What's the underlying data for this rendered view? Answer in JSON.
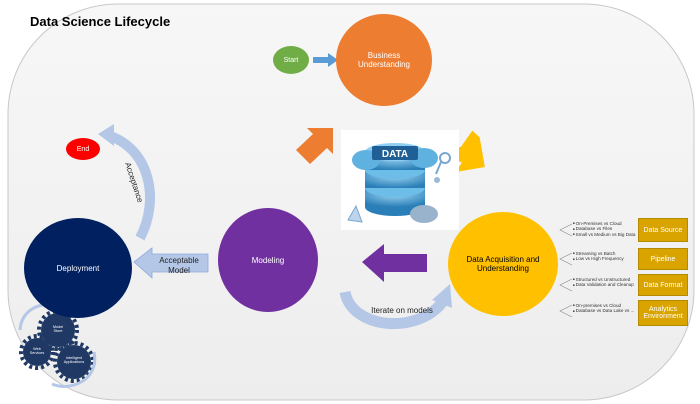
{
  "title": "Data Science Lifecycle",
  "nodes": {
    "start": "Start",
    "business": "Business Understanding",
    "acquisition": "Data Acquisition and Understanding",
    "modeling": "Modeling",
    "deployment": "Deployment",
    "end": "End"
  },
  "arrows": {
    "acceptable_model": "Acceptable Model",
    "acceptance": "Acceptance",
    "iterate": "Iterate on models"
  },
  "data_sources": [
    {
      "label": "Data Source",
      "items": [
        "On-Premises vs Cloud",
        "Database vs Files",
        "Small vs Medium vs Big Data"
      ]
    },
    {
      "label": "Pipeline",
      "items": [
        "Streaming vs Batch",
        "Low vs High Frequency"
      ]
    },
    {
      "label": "Data Format",
      "items": [
        "Structured vs Unstructured",
        "Data Validation and Cleanup"
      ]
    },
    {
      "label": "Analytics Environment",
      "items": [
        "On-premises vs Cloud",
        "Database vs Data Lake vs ..."
      ]
    }
  ],
  "gears": {
    "model_store": "Model Store",
    "web_services": "Web Services",
    "intelligent_apps": "Intelligent Applications"
  },
  "center_image_text": "DATA",
  "colors": {
    "start": "#70ad47",
    "business": "#ed7d31",
    "acquisition": "#ffc000",
    "modeling": "#7030a0",
    "deployment": "#002060",
    "end": "#ff0000",
    "panel_bg": "#f2f2f2",
    "blue_arrow": "#b4c7e7"
  }
}
